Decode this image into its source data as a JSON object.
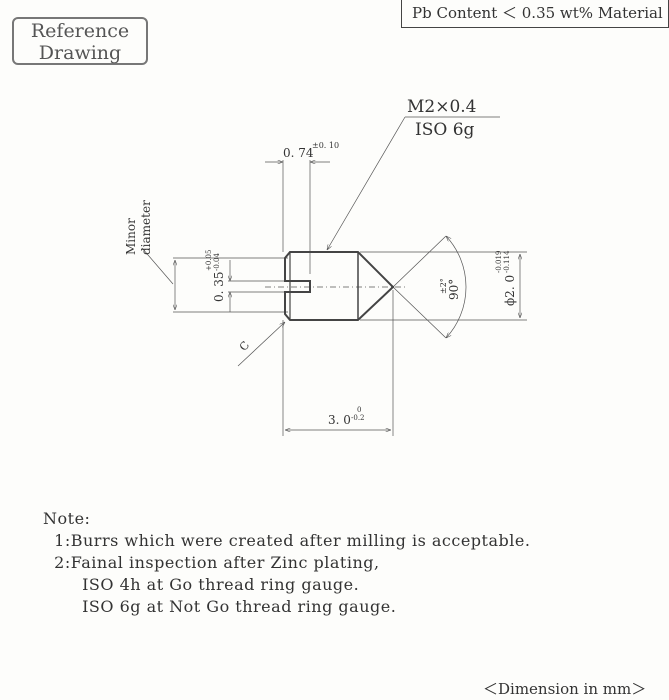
{
  "header": {
    "reference_label_line1": "Reference",
    "reference_label_line2": "Drawing",
    "material_note": "Pb Content ＜ 0.35 wt% Material"
  },
  "drawing": {
    "thread_spec": "M2×0.4",
    "thread_tolerance": "ISO 6g",
    "slot_depth": "0. 74",
    "slot_depth_tol": "±0. 10",
    "minor_diameter_line1": "Minor",
    "minor_diameter_line2": "diameter",
    "slot_width": "0. 35",
    "slot_width_tol_upper": "+0.05",
    "slot_width_tol_lower": "-0.04",
    "diameter": "ϕ2. 0",
    "diameter_tol_upper": "-0.019",
    "diameter_tol_lower": "-0.114",
    "angle": "90°",
    "angle_tol": "±2°",
    "chamfer": "C",
    "length": "3. 0",
    "length_tol_upper": "0",
    "length_tol_lower": "-0.2"
  },
  "notes": {
    "title": "Note:",
    "lines": [
      "  1:Burrs which were created after milling is acceptable.",
      "  2:Fainal inspection after Zinc plating,",
      "       ISO 4h at Go thread ring gauge.",
      "       ISO 6g at Not Go thread ring gauge."
    ]
  },
  "footer": {
    "units": "＜Dimension in mm＞"
  }
}
